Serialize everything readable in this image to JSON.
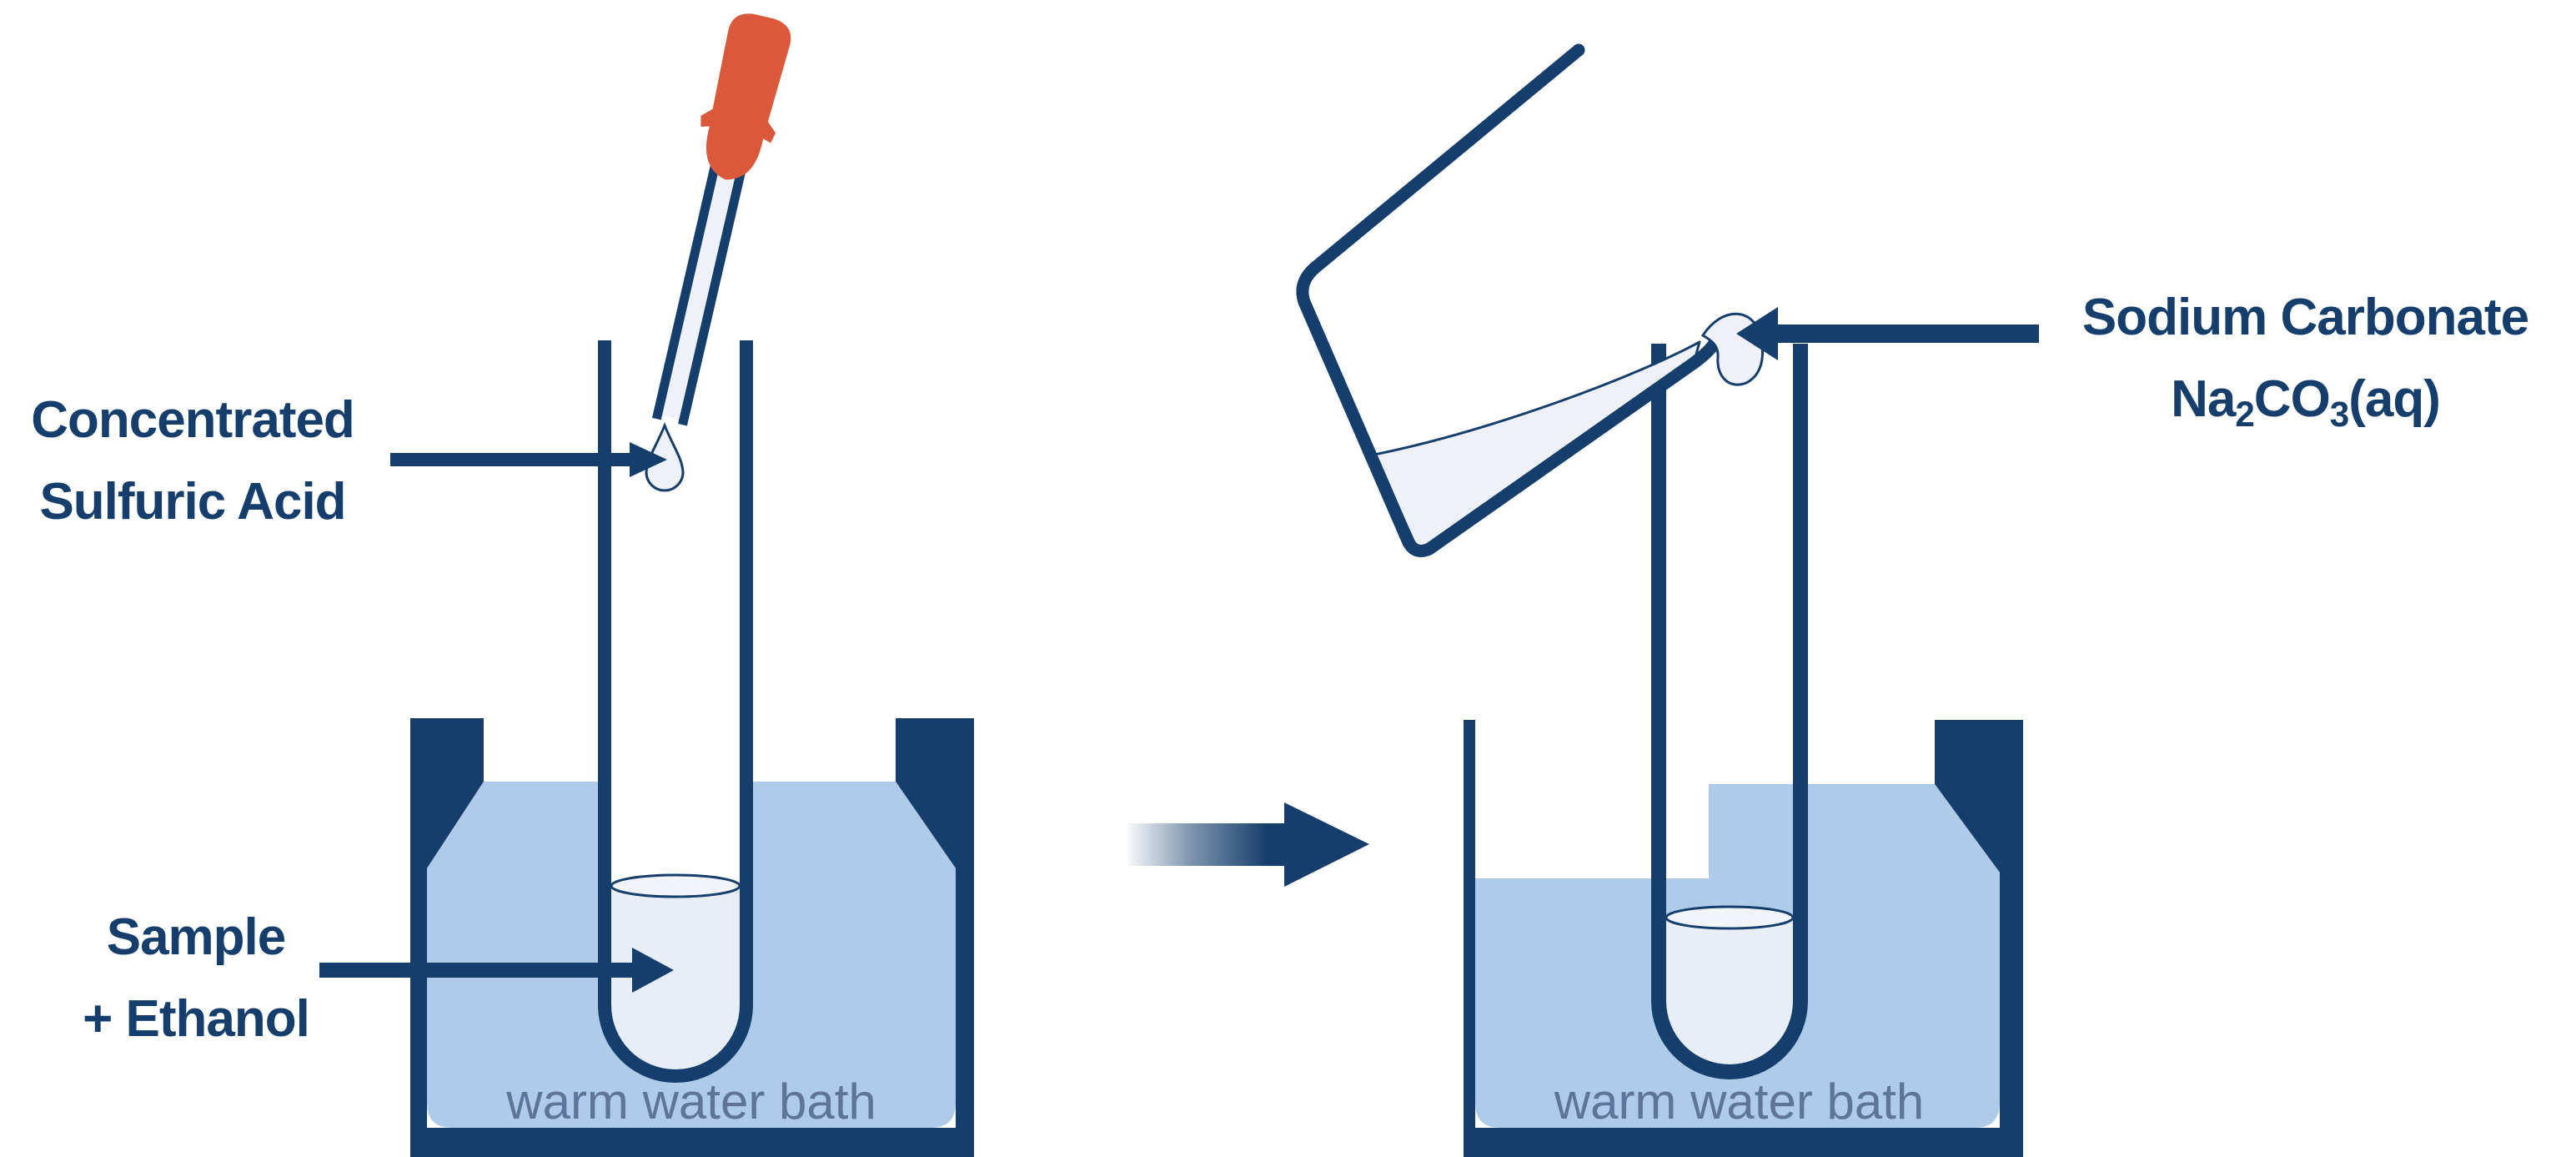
{
  "colors": {
    "navy": "#153e6c",
    "water": "#aecce9",
    "tube-liquid": "#e8eef6",
    "pour-liquid": "#eef2f8",
    "orange": "#d9593a",
    "caption": "#5e7499",
    "bg": "#ffffff"
  },
  "left_stage": {
    "reagent_label": {
      "line1": "Concentrated",
      "line2": "Sulfuric Acid"
    },
    "contents_label": {
      "line1": "Sample",
      "line2": "+ Ethanol"
    },
    "bath_label": "warm water bath"
  },
  "right_stage": {
    "reagent_label": {
      "line1": "Sodium Carbonate",
      "formula": {
        "base1": "Na",
        "sub1": "2",
        "base2": "CO",
        "sub2": "3",
        "state": "(aq)"
      }
    },
    "bath_label": "warm water bath"
  }
}
